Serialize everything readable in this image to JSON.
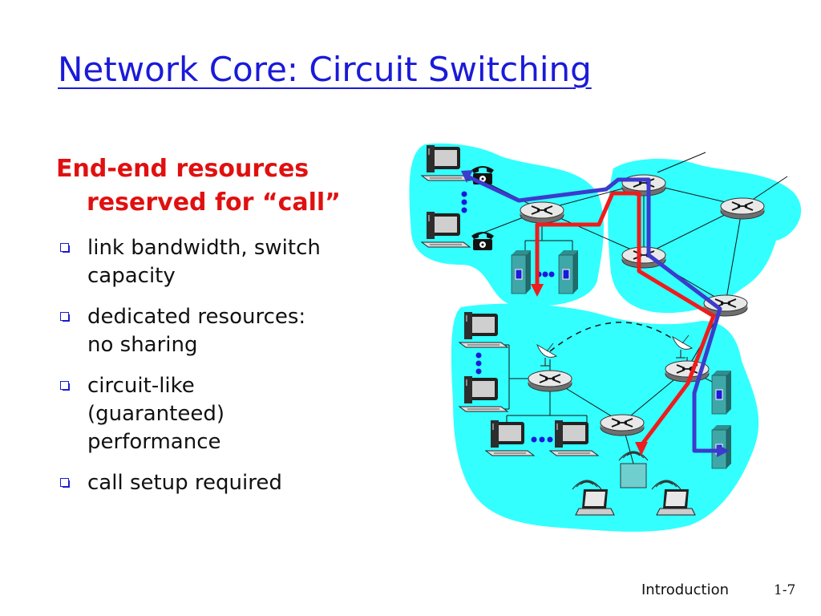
{
  "title": "Network Core: Circuit Switching",
  "heading": {
    "line1": "End-end resources",
    "line2": "reserved for “call”"
  },
  "bullets": [
    {
      "line1": "link bandwidth,  switch",
      "line2": "capacity"
    },
    {
      "line1": "dedicated resources:",
      "line2": "no sharing"
    },
    {
      "line1": "circuit-like",
      "line2": "(guaranteed)",
      "line3": "performance"
    },
    {
      "line1": "call setup required"
    }
  ],
  "footer": {
    "section": "Introduction",
    "page": "1-7"
  },
  "colors": {
    "title": "#1a1ad9",
    "heading": "#e01010",
    "network_region": "#33ffff",
    "circuit_red": "#ee1c1c",
    "circuit_blue": "#3b3bcc"
  }
}
